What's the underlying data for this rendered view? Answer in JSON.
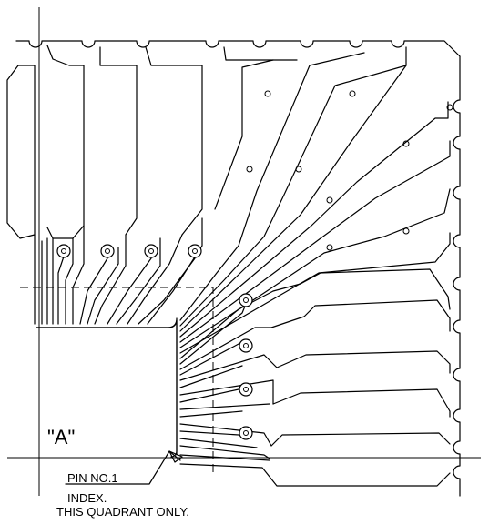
{
  "labels": {
    "detail": "\"A\"",
    "pin_line1": "PIN NO.1",
    "pin_line2": "INDEX.",
    "pin_line3": "THIS QUADRANT ONLY."
  }
}
